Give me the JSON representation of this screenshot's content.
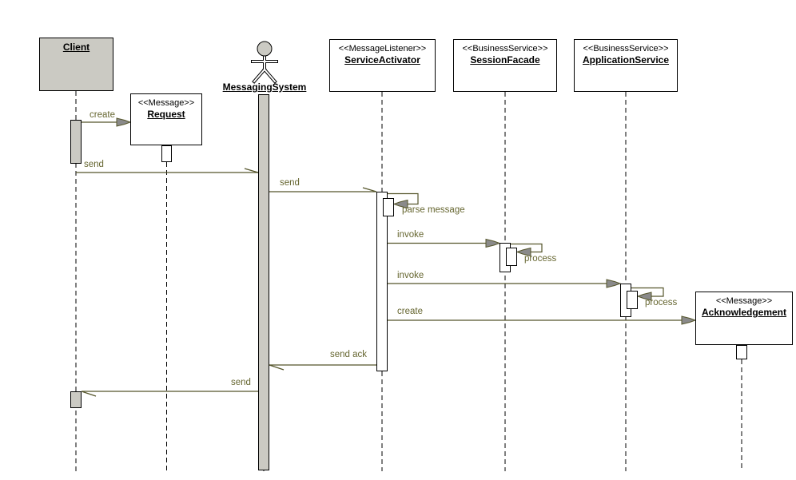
{
  "diagram": {
    "type": "uml-sequence-diagram",
    "background": "#ffffff",
    "colors": {
      "message_line": "#55552b",
      "message_label": "#666630",
      "arrowhead_fill": "#8a8a8a",
      "object_fill_gray": "#cbcac3",
      "object_fill_white": "#ffffff",
      "border": "#000000"
    },
    "participants": [
      {
        "name": "Client",
        "stereotype": "",
        "kind": "object"
      },
      {
        "name": "Request",
        "stereotype": "<<Message>>",
        "kind": "object"
      },
      {
        "name": "MessagingSystem",
        "stereotype": "",
        "kind": "actor"
      },
      {
        "name": "ServiceActivator",
        "stereotype": "<<MessageListener>>",
        "kind": "object"
      },
      {
        "name": "SessionFacade",
        "stereotype": "<<BusinessService>>",
        "kind": "object"
      },
      {
        "name": "ApplicationService",
        "stereotype": "<<BusinessService>>",
        "kind": "object"
      },
      {
        "name": "Acknowledgement",
        "stereotype": "<<Message>>",
        "kind": "object"
      }
    ],
    "messages": [
      {
        "label": "create",
        "from": "Client",
        "to": "Request",
        "kind": "create"
      },
      {
        "label": "send",
        "from": "Client",
        "to": "MessagingSystem",
        "kind": "async"
      },
      {
        "label": "send",
        "from": "MessagingSystem",
        "to": "ServiceActivator",
        "kind": "async"
      },
      {
        "label": "parse message",
        "from": "ServiceActivator",
        "to": "ServiceActivator",
        "kind": "self"
      },
      {
        "label": "invoke",
        "from": "ServiceActivator",
        "to": "SessionFacade",
        "kind": "sync"
      },
      {
        "label": "process",
        "from": "SessionFacade",
        "to": "SessionFacade",
        "kind": "self"
      },
      {
        "label": "invoke",
        "from": "ServiceActivator",
        "to": "ApplicationService",
        "kind": "sync"
      },
      {
        "label": "process",
        "from": "ApplicationService",
        "to": "ApplicationService",
        "kind": "self"
      },
      {
        "label": "create",
        "from": "ServiceActivator",
        "to": "Acknowledgement",
        "kind": "create"
      },
      {
        "label": "send ack",
        "from": "ServiceActivator",
        "to": "MessagingSystem",
        "kind": "async"
      },
      {
        "label": "send",
        "from": "MessagingSystem",
        "to": "Client",
        "kind": "async"
      }
    ]
  }
}
